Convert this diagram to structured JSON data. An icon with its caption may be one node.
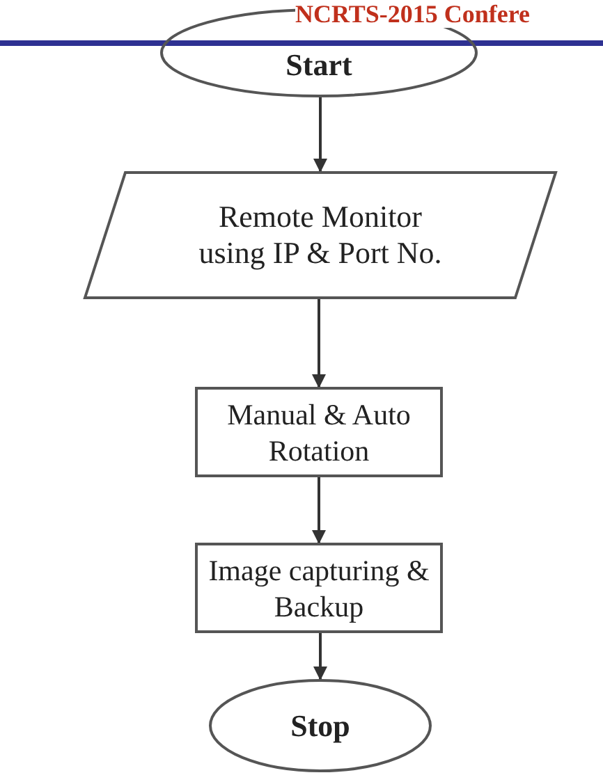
{
  "diagram": {
    "nodes": [
      {
        "text": [
          "Start"
        ]
      },
      {
        "text": [
          "Remote Monitor using IP & Port No."
        ]
      },
      {
        "text": [
          "Manual & Auto Rotation"
        ]
      },
      {
        "text": [
          "Image capturing & Backup"
        ]
      },
      {
        "text": [
          "Stop"
        ]
      }
    ],
    "edges": [
      {
        "from": 0,
        "to": 1,
        "arrow": "to"
      },
      {
        "from": 1,
        "to": 2,
        "arrow": "to"
      },
      {
        "from": 2,
        "to": 3,
        "arrow": "to"
      },
      {
        "from": 3,
        "to": 4,
        "arrow": "to"
      }
    ],
    "labels": [
      "NCRTS-2015 Confere"
    ]
  }
}
